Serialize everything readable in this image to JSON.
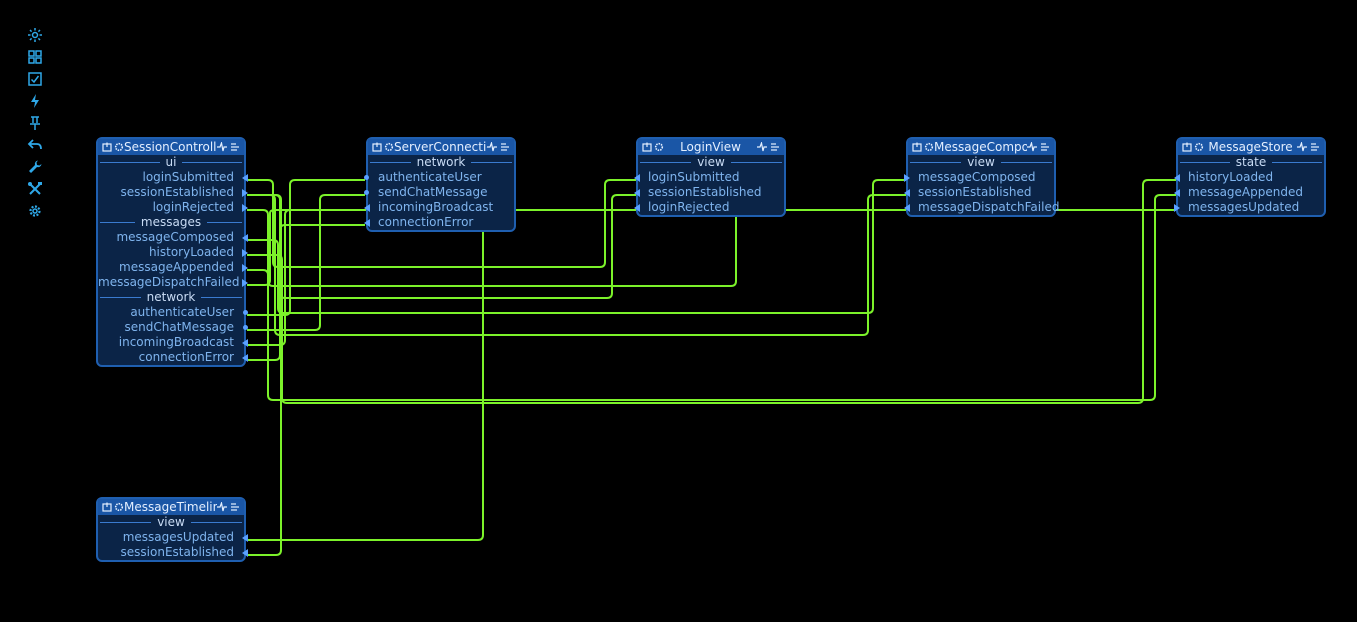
{
  "toolbar": {
    "tools": [
      {
        "icon": "sun-icon"
      },
      {
        "icon": "grid-icon"
      },
      {
        "icon": "checkbox-icon"
      },
      {
        "icon": "lightning-icon"
      },
      {
        "icon": "pin-icon"
      },
      {
        "icon": "undo-icon"
      },
      {
        "icon": "wrench-icon"
      },
      {
        "icon": "tools-icon"
      },
      {
        "icon": "gear-icon"
      }
    ]
  },
  "nodes": {
    "session_controller": {
      "title": "SessionController",
      "groups": {
        "ui": {
          "label": "ui",
          "ports": [
            "loginSubmitted",
            "sessionEstablished",
            "loginRejected"
          ]
        },
        "messages": {
          "label": "messages",
          "ports": [
            "messageComposed",
            "historyLoaded",
            "messageAppended",
            "messageDispatchFailed"
          ]
        },
        "network": {
          "label": "network",
          "ports": [
            "authenticateUser",
            "sendChatMessage",
            "incomingBroadcast",
            "connectionError"
          ]
        }
      }
    },
    "server_connection": {
      "title": "ServerConnection",
      "groups": {
        "network": {
          "label": "network",
          "ports": [
            "authenticateUser",
            "sendChatMessage",
            "incomingBroadcast",
            "connectionError"
          ]
        }
      }
    },
    "login_view": {
      "title": "LoginView",
      "groups": {
        "view": {
          "label": "view",
          "ports": [
            "loginSubmitted",
            "sessionEstablished",
            "loginRejected"
          ]
        }
      }
    },
    "message_composer": {
      "title": "MessageComposer",
      "groups": {
        "view": {
          "label": "view",
          "ports": [
            "messageComposed",
            "sessionEstablished",
            "messageDispatchFailed"
          ]
        }
      }
    },
    "message_store": {
      "title": "MessageStore",
      "groups": {
        "state": {
          "label": "state",
          "ports": [
            "historyLoaded",
            "messageAppended",
            "messagesUpdated"
          ]
        }
      }
    },
    "message_timeline": {
      "title": "MessageTimeline",
      "groups": {
        "view": {
          "label": "view",
          "ports": [
            "messagesUpdated",
            "sessionEstablished"
          ]
        }
      }
    }
  },
  "colors": {
    "wire": "#7cf22a",
    "node_bg": "#0b2447",
    "node_border": "#1f5fb0",
    "header": "#1a56a6",
    "port_text": "#7fb4ee"
  }
}
